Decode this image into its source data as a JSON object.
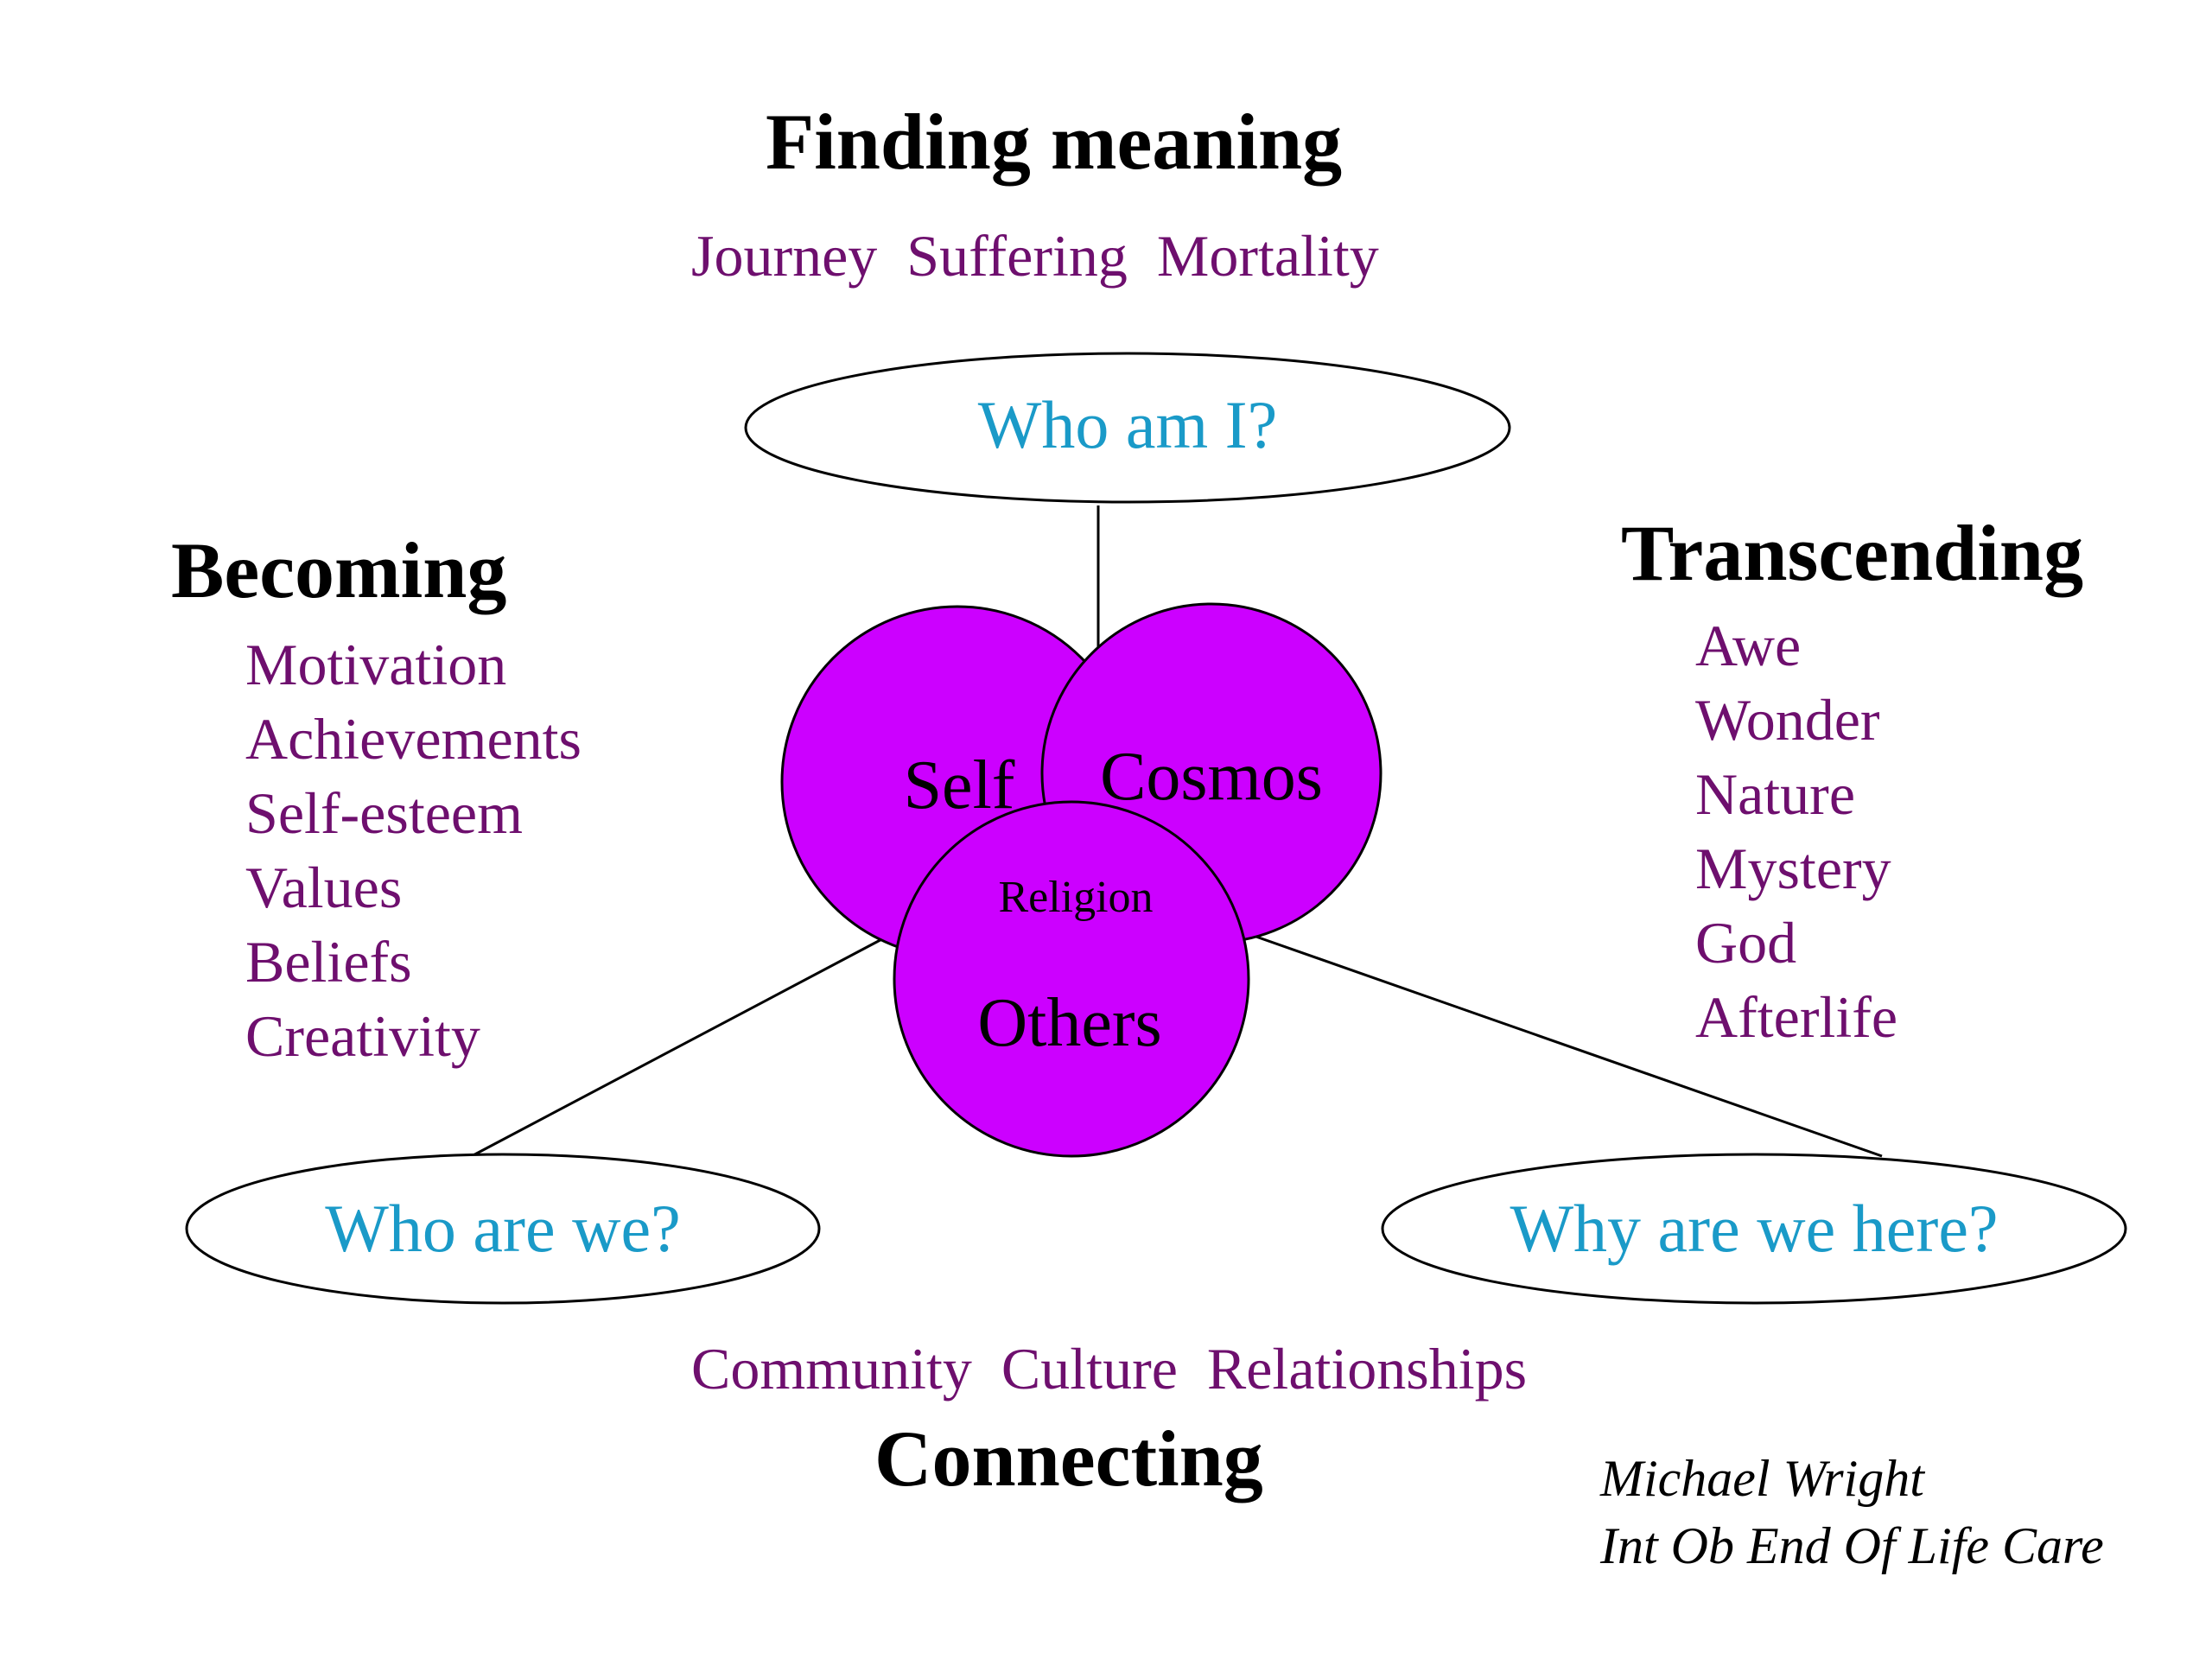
{
  "top": {
    "heading": "Finding meaning",
    "words": "Journey  Suffering  Mortality"
  },
  "left": {
    "heading": "Becoming",
    "items": [
      "Motivation",
      "Achievements",
      "Self-esteem",
      "Values",
      "Beliefs",
      "Creativity"
    ]
  },
  "right": {
    "heading": "Transcending",
    "items": [
      "Awe",
      "Wonder",
      "Nature",
      "Mystery",
      "God",
      "Afterlife"
    ]
  },
  "bottom": {
    "words": "Community  Culture  Relationships",
    "heading": "Connecting"
  },
  "ellipses": {
    "top": "Who am I?",
    "left": "Who are we?",
    "right": "Why are we here?"
  },
  "circles": {
    "self": "Self",
    "cosmos": "Cosmos",
    "others": "Others",
    "center": "Religion"
  },
  "credit": {
    "line1": "Michael Wright",
    "line2": "Int Ob End Of Life Care"
  },
  "colors": {
    "circle_fill": "#cc00ff",
    "question_text": "#1a9ac8",
    "list_text": "#6e0f6e"
  }
}
